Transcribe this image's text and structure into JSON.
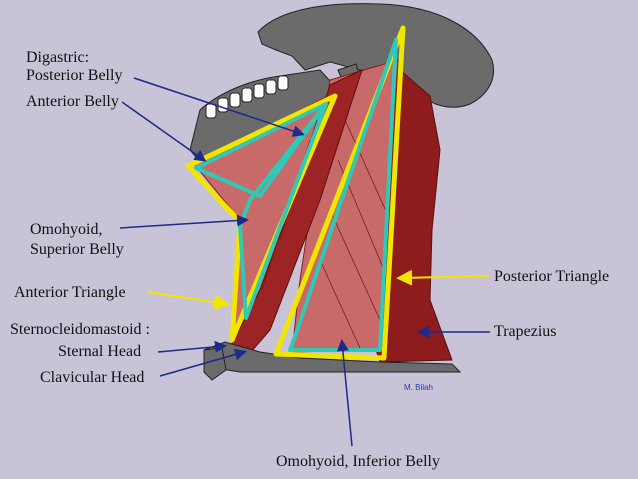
{
  "labels": {
    "digastric_title": "Digastric:",
    "posterior_belly": "Posterior Belly",
    "anterior_belly": "Anterior Belly",
    "omohyoid_superior_1": "Omohyoid,",
    "omohyoid_superior_2": "Superior Belly",
    "anterior_triangle": "Anterior Triangle",
    "scm_1": "Sternocleidomastoid :",
    "sternal_head": "Sternal Head",
    "clavicular_head": "Clavicular Head",
    "posterior_triangle": "Posterior Triangle",
    "trapezius": "Trapezius",
    "omohyoid_inferior": "Omohyoid, Inferior Belly"
  },
  "signature": "M. Bilah",
  "colors": {
    "background": "#c9c3d8",
    "bone": "#6b6b6b",
    "muscle_dark": "#8e1c1c",
    "muscle_light": "#c96a6a",
    "yellow_outline": "#f2e600",
    "teal_outline": "#2fc9b5",
    "pointer_navy": "#1c2a8a",
    "pointer_yellow": "#f2e600"
  }
}
